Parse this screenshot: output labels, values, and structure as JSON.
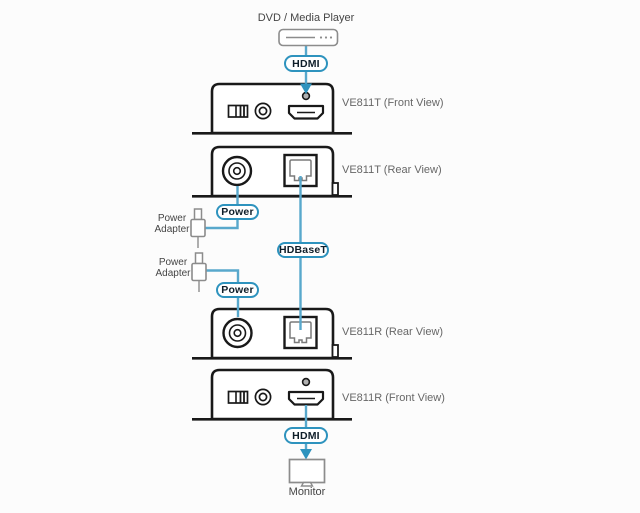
{
  "colors": {
    "line": "#58a8cc",
    "accent": "#2e93be",
    "ink": "#191919",
    "gray": "#8c8c8c",
    "label": "#676767",
    "text": "#454545",
    "pilltext": "#0f1e29",
    "bg": "#fcfcfc"
  },
  "source": {
    "label": "DVD / Media Player"
  },
  "sink": {
    "label": "Monitor"
  },
  "connections": {
    "hdmi_top": "HDMI",
    "power_top": "Power",
    "hdbaset": "HDBaseT",
    "power_bottom": "Power",
    "hdmi_bottom": "HDMI"
  },
  "devices": {
    "ve811t_front": "VE811T (Front View)",
    "ve811t_rear": "VE811T (Rear View)",
    "ve811r_rear": "VE811R (Rear View)",
    "ve811r_front": "VE811R (Front View)"
  },
  "adapters": {
    "top": "Power Adapter",
    "bottom": "Power Adapter"
  }
}
